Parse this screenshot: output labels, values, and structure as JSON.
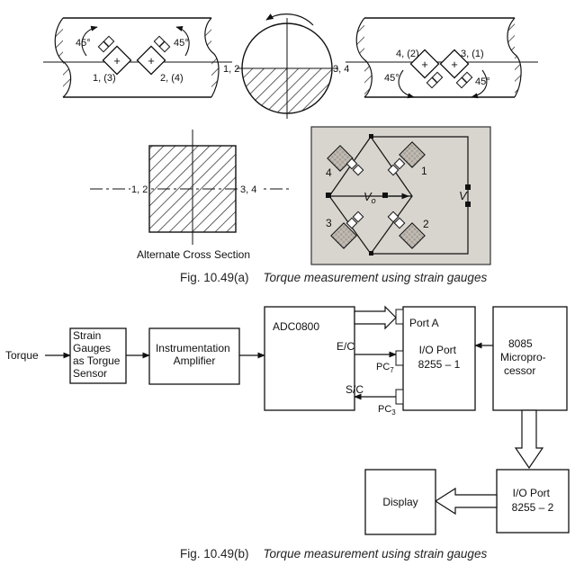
{
  "figure_a": {
    "left_shaft": {
      "angle_top": "45°",
      "angle_right": "45°",
      "gauge_left": "1, (3)",
      "gauge_right": "2, (4)"
    },
    "circle": {
      "label_left": "1, 2",
      "label_right": "3, 4"
    },
    "right_shaft": {
      "gauge_left": "4, (2)",
      "gauge_right": "3, (1)",
      "angle_left": "45°",
      "angle_right": "45°"
    },
    "alt_section": {
      "label_left": "1, 2",
      "label_right": "3, 4",
      "caption": "Alternate Cross Section"
    },
    "bridge": {
      "g4": "4",
      "g1": "1",
      "g3": "3",
      "g2": "2",
      "vo": "V",
      "vo_sub": "o",
      "v": "V"
    },
    "caption_num": "Fig. 10.49(a)",
    "caption_text": "Torque measurement using strain gauges"
  },
  "figure_b": {
    "torque": "Torque",
    "sensor": [
      "Strain",
      "Gauges",
      "as Torgue",
      "Sensor"
    ],
    "amp": [
      "Instrumentation",
      "Amplifier"
    ],
    "adc": "ADC0800",
    "port_a": "Port A",
    "ioport1": [
      "I/O Port",
      "8255 – 1"
    ],
    "ec": "E/C",
    "pc7": "PC",
    "pc7_sub": "7",
    "sc": "S/C",
    "pc3": "PC",
    "pc3_sub": "3",
    "micro": [
      "8085",
      "Micropro-",
      "cessor"
    ],
    "display": "Display",
    "ioport2": [
      "I/O Port",
      "8255 – 2"
    ],
    "caption_num": "Fig. 10.49(b)",
    "caption_text": "Torque measurement using strain gauges"
  }
}
